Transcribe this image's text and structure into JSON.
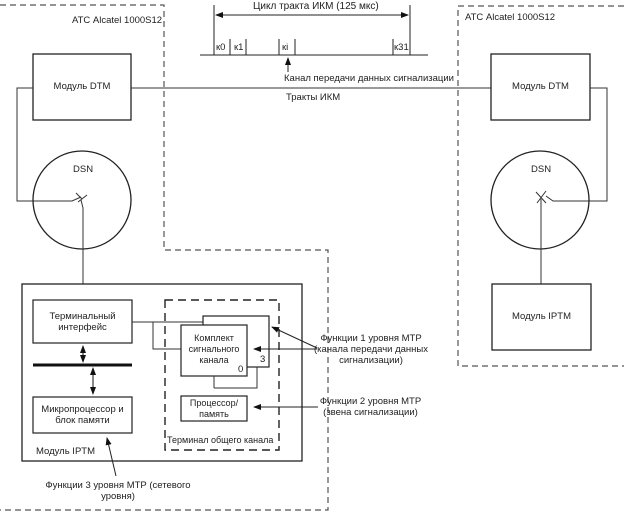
{
  "left_station": {
    "title": "АТС Alcatel 1000S12"
  },
  "right_station": {
    "title": "АТС Alcatel 1000S12"
  },
  "timing": {
    "cycle_label": "Цикл тракта ИКМ (125 мкс)",
    "slots": [
      "к0",
      "к1",
      "кi",
      "к31"
    ],
    "signaling_channel_label": "Канал передачи данных сигнализации",
    "pcm_trunks_label": "Тракты ИКМ"
  },
  "left": {
    "dtm_label": "Модуль DTM",
    "dsn_label": "DSN",
    "iptm": {
      "module_label": "Модуль IPTM",
      "terminal_interface": [
        "Терминальный",
        "интерфейс"
      ],
      "microprocessor": [
        "Микропроцессор и",
        "блок памяти"
      ],
      "common_channel_terminal": "Терминал общего канала",
      "signaling_kit": [
        "Комплект",
        "сигнального",
        "канала"
      ],
      "kit_index_front": "0",
      "kit_index_back": "3",
      "processor_memory": [
        "Процессор/",
        "память"
      ]
    }
  },
  "right": {
    "dtm_label": "Модуль DTM",
    "dsn_label": "DSN",
    "iptm_label": "Модуль IPTM"
  },
  "annotations": {
    "mtp1": [
      "Функции 1 уровня МТР",
      "(канала передачи данных",
      "сигнализации)"
    ],
    "mtp2": [
      "Функции 2 уровня МТР",
      "(звена сигнализации)"
    ],
    "mtp3": [
      "Функции 3 уровня МТР (сетевого",
      "уровня)"
    ]
  }
}
